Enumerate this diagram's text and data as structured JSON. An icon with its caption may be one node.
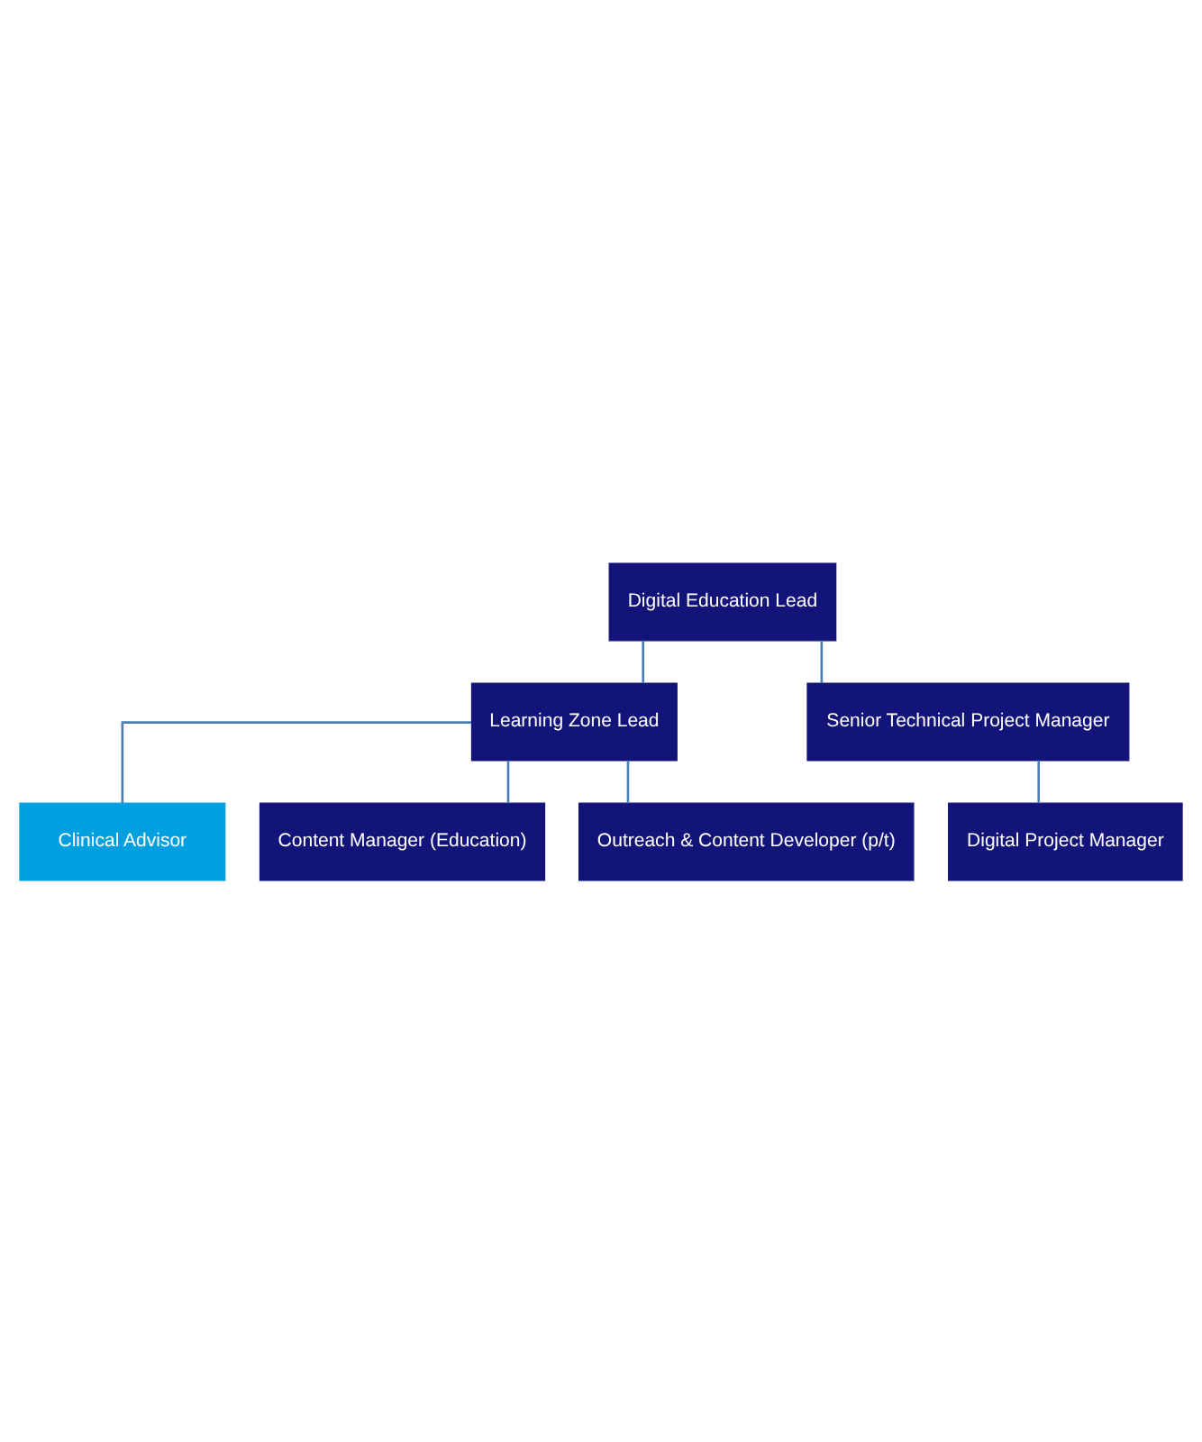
{
  "diagram": {
    "nodes": [
      {
        "text": [
          "Digital Education Lead"
        ]
      },
      {
        "text": [
          "Learning Zone Lead"
        ]
      },
      {
        "text": [
          "Senior Technical Project Manager"
        ]
      },
      {
        "text": [
          "Clinical Advisor"
        ]
      },
      {
        "text": [
          "Content Manager (Education)"
        ]
      },
      {
        "text": [
          "Outreach & Content Developer (p/t)"
        ]
      },
      {
        "text": [
          "Digital Project Manager"
        ]
      }
    ],
    "edges": [
      {
        "from": 0,
        "to": 1,
        "arrow": "none"
      },
      {
        "from": 0,
        "to": 2,
        "arrow": "none"
      },
      {
        "from": 1,
        "to": 3,
        "arrow": "none"
      },
      {
        "from": 1,
        "to": 4,
        "arrow": "none"
      },
      {
        "from": 1,
        "to": 5,
        "arrow": "none"
      },
      {
        "from": 2,
        "to": 6,
        "arrow": "none"
      }
    ]
  }
}
